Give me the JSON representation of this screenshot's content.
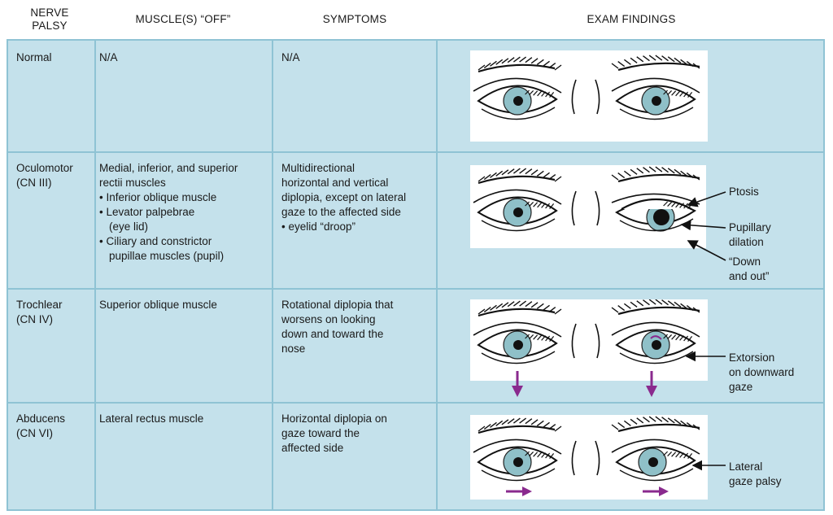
{
  "headers": {
    "nerve": [
      "NERVE",
      "PALSY"
    ],
    "muscles": "MUSCLE(S) “OFF”",
    "symptoms": "SYMPTOMS",
    "exam": "EXAM FINDINGS"
  },
  "rows": [
    {
      "nerve": [
        "Normal"
      ],
      "muscles": [
        "N/A"
      ],
      "symptoms": [
        "N/A"
      ],
      "annotations": []
    },
    {
      "nerve": [
        "Oculomotor",
        "(CN III)"
      ],
      "muscles": [
        "Medial, inferior, and superior",
        "rectii muscles",
        "• Inferior oblique muscle",
        "• Levator palpebrae",
        "(eye lid)",
        "• Ciliary and constrictor",
        "pupillae muscles (pupil)"
      ],
      "symptoms": [
        "Multidirectional",
        "horizontal and vertical",
        "diplopia, except on lateral",
        "gaze to the affected side",
        "• eyelid “droop”"
      ],
      "annotations": [
        "Ptosis",
        "Pupillary",
        "dilation",
        "“Down",
        "and out”"
      ]
    },
    {
      "nerve": [
        "Trochlear",
        "(CN IV)"
      ],
      "muscles": [
        "Superior oblique muscle"
      ],
      "symptoms": [
        "Rotational diplopia that",
        "worsens on looking",
        "down and toward the",
        "nose"
      ],
      "annotations": [
        "Extorsion",
        "on downward",
        "gaze"
      ]
    },
    {
      "nerve": [
        "Abducens",
        "(CN VI)"
      ],
      "muscles": [
        "Lateral rectus muscle"
      ],
      "symptoms": [
        "Horizontal diplopia on",
        "gaze toward the",
        "affected side"
      ],
      "annotations": [
        "Lateral",
        "gaze palsy"
      ]
    }
  ],
  "colors": {
    "cell_bg": "#c4e1eb",
    "grid_line": "#8fc3d4",
    "iris": "#8fc0c8",
    "motion_arrow": "#8a2a8e"
  },
  "icons": [
    "eye-pair-illustration",
    "purple-motion-arrow",
    "pointer-arrow"
  ]
}
